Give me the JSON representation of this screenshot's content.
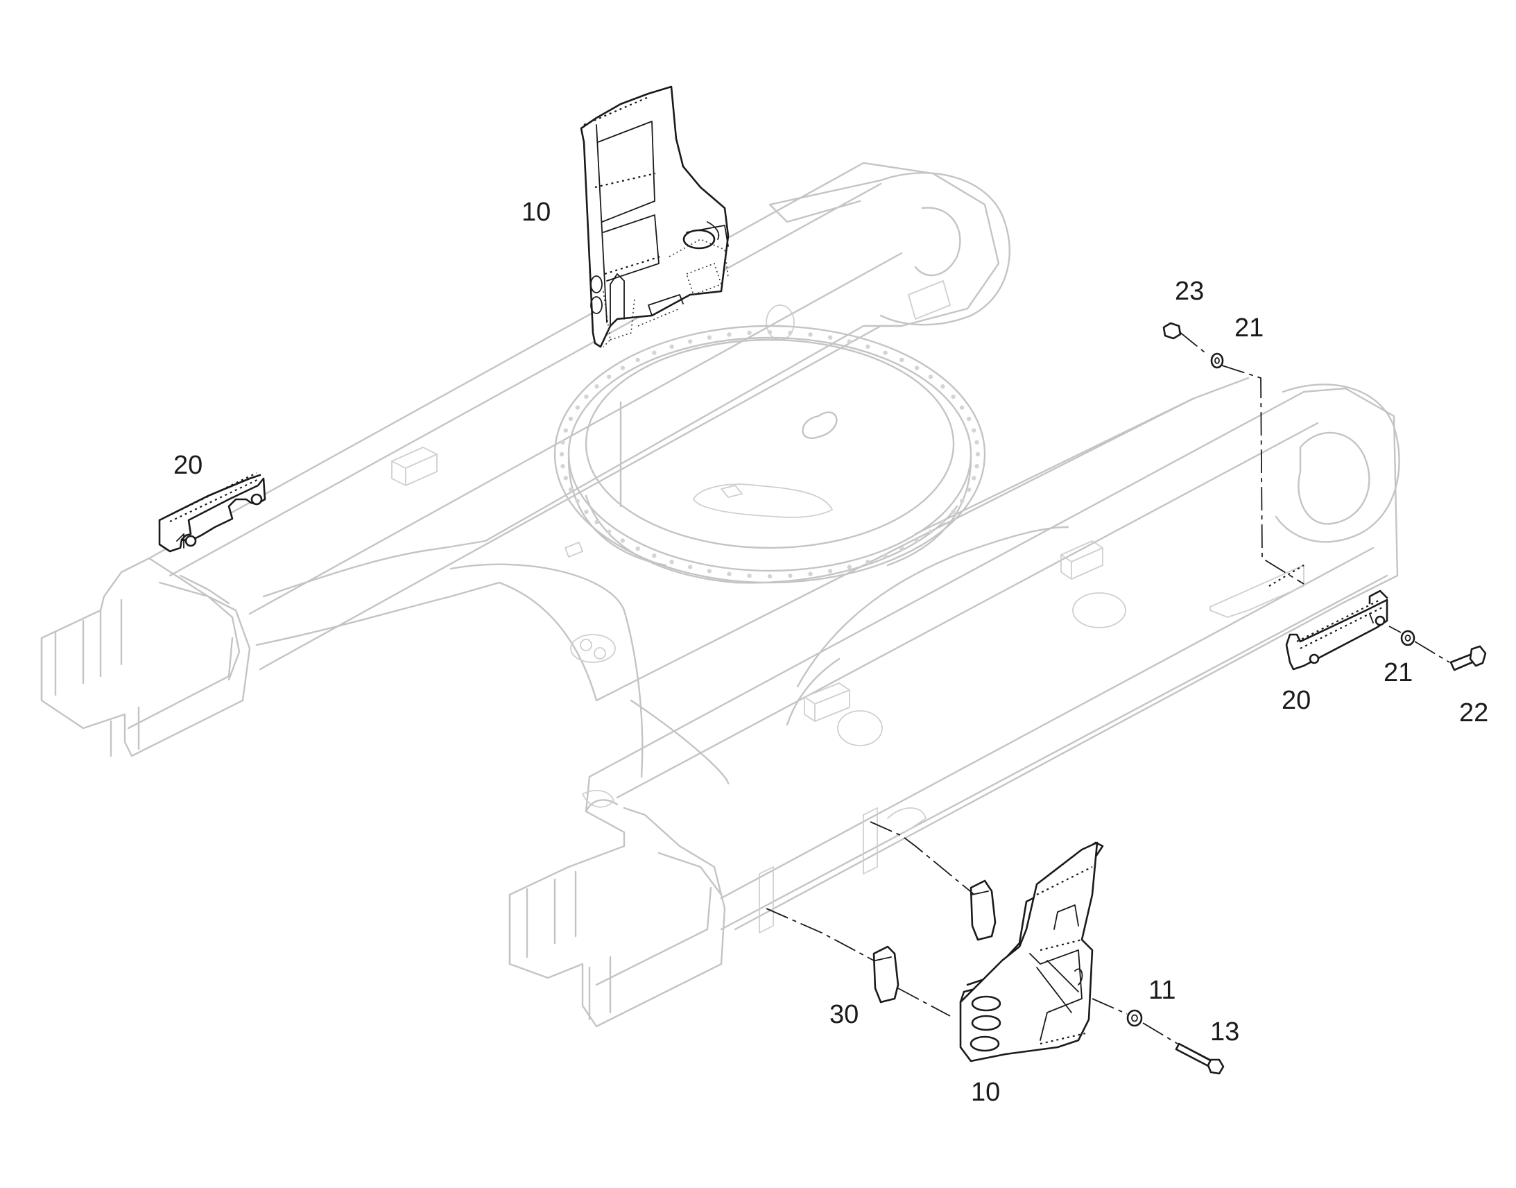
{
  "diagram": {
    "type": "exploded parts diagram",
    "subject": "undercarriage frame with steps and covers",
    "callouts": [
      {
        "id": "c10a",
        "text": "10"
      },
      {
        "id": "c20a",
        "text": "20"
      },
      {
        "id": "c23",
        "text": "23"
      },
      {
        "id": "c21a",
        "text": "21"
      },
      {
        "id": "c20b",
        "text": "20"
      },
      {
        "id": "c21b",
        "text": "21"
      },
      {
        "id": "c22",
        "text": "22"
      },
      {
        "id": "c11",
        "text": "11"
      },
      {
        "id": "c13",
        "text": "13"
      },
      {
        "id": "c30",
        "text": "30"
      },
      {
        "id": "c10b",
        "text": "10"
      }
    ],
    "colors": {
      "frame_outline": "#c4c4c4",
      "part_outline": "#1a1a1a",
      "background": "#ffffff"
    }
  }
}
